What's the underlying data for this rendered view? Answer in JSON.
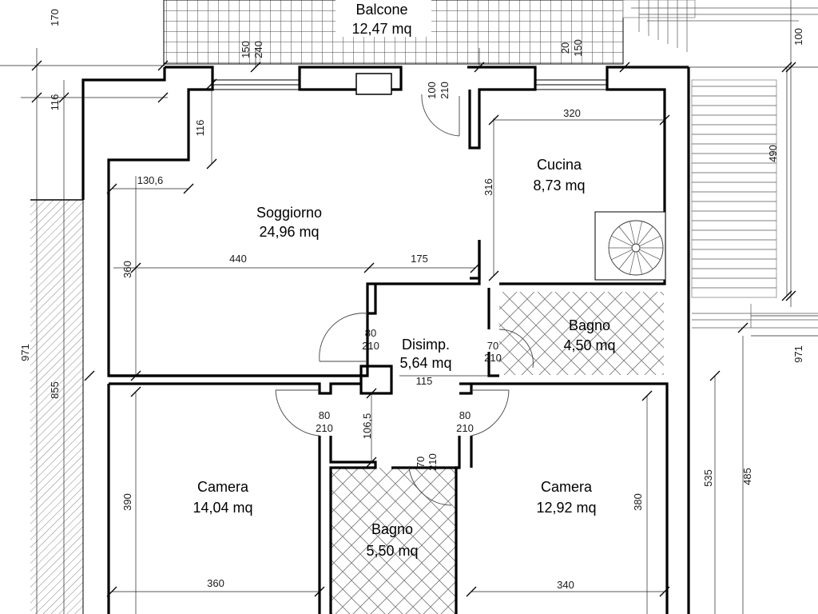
{
  "rooms": {
    "balcone": {
      "name": "Balcone",
      "area": "12,47 mq"
    },
    "soggiorno": {
      "name": "Soggiorno",
      "area": "24,96 mq"
    },
    "cucina": {
      "name": "Cucina",
      "area": "8,73 mq"
    },
    "disimp": {
      "name": "Disimp.",
      "area": "5,64 mq"
    },
    "bagno1": {
      "name": "Bagno",
      "area": "4,50 mq"
    },
    "camera1": {
      "name": "Camera",
      "area": "14,04 mq"
    },
    "camera2": {
      "name": "Camera",
      "area": "12,92 mq"
    },
    "bagno2": {
      "name": "Bagno",
      "area": "5,50 mq"
    }
  },
  "dimensions": {
    "d170": "170",
    "d116a": "116",
    "d116b": "116",
    "d150a": "150",
    "d240": "240",
    "d100a": "100",
    "d210a": "210",
    "d20": "20",
    "d150b": "150",
    "d100b": "100",
    "d320": "320",
    "d490": "490",
    "d130_6": "130,6",
    "d316": "316",
    "d360a": "360",
    "d440": "440",
    "d175": "175",
    "d80a": "80",
    "d210b": "210",
    "d70a": "70",
    "d210c": "210",
    "d971a": "971",
    "d971b": "971",
    "d855": "855",
    "d115": "115",
    "d80b": "80",
    "d210d": "210",
    "d106_5": "106,5",
    "d80c": "80",
    "d210e": "210",
    "d70b": "70",
    "d210f": "210",
    "d390": "390",
    "d380": "380",
    "d535": "535",
    "d485": "485",
    "d360b": "360",
    "d340": "340"
  }
}
